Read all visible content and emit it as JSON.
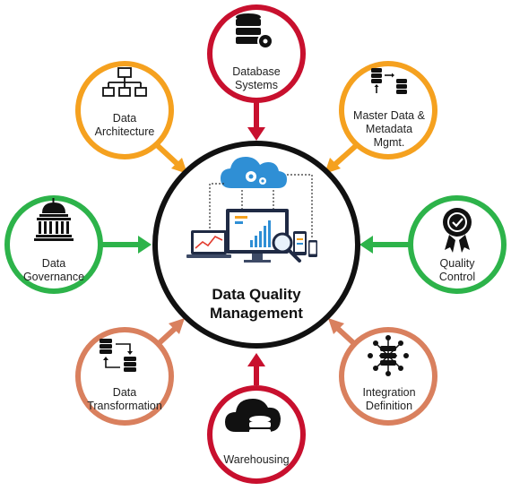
{
  "center": {
    "title": "Data Quality\nManagement"
  },
  "nodes": [
    {
      "id": "database-systems",
      "label": "Database\nSystems",
      "color": "#c8102e",
      "icon": "database-gear-icon"
    },
    {
      "id": "master-data",
      "label": "Master Data &\nMetadata\nMgmt.",
      "color": "#f5a11f",
      "icon": "database-sync-icon"
    },
    {
      "id": "quality-control",
      "label": "Quality\nControl",
      "color": "#2db34a",
      "icon": "quality-badge-icon"
    },
    {
      "id": "integration-definition",
      "label": "Integration\nDefinition",
      "color": "#d9805e",
      "icon": "database-network-icon"
    },
    {
      "id": "warehousing",
      "label": "Warehousing",
      "color": "#c8102e",
      "icon": "cloud-database-icon"
    },
    {
      "id": "data-transformation",
      "label": "Data\nTransformation",
      "color": "#d9805e",
      "icon": "database-transform-icon"
    },
    {
      "id": "data-governance",
      "label": "Data\nGovernance",
      "color": "#2db34a",
      "icon": "government-building-icon"
    },
    {
      "id": "data-architecture",
      "label": "Data\nArchitecture",
      "color": "#f5a11f",
      "icon": "hierarchy-icon"
    }
  ]
}
